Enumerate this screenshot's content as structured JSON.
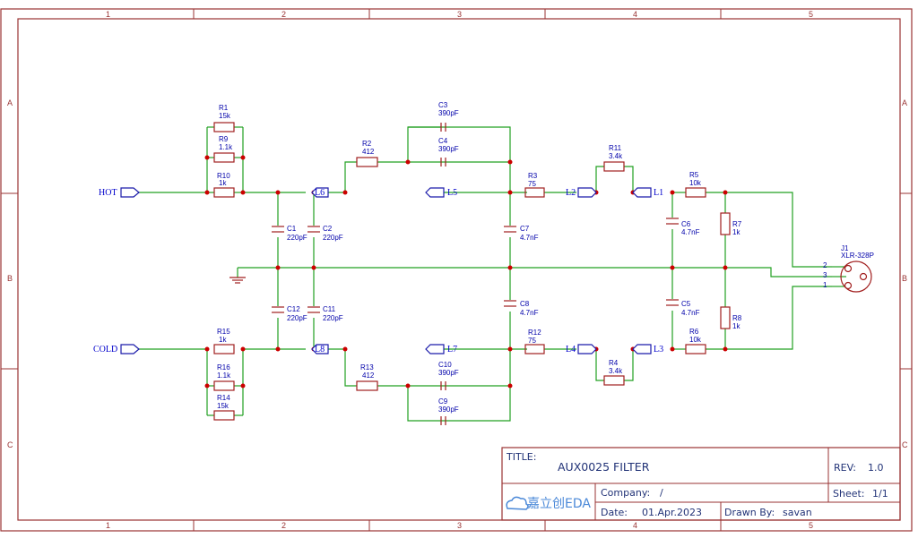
{
  "zones": {
    "columns": [
      "1",
      "2",
      "3",
      "4",
      "5"
    ],
    "rows": [
      "A",
      "B",
      "C"
    ]
  },
  "nets": {
    "hot": "HOT",
    "cold": "COLD",
    "l1": "L1",
    "l2": "L2",
    "l3": "L3",
    "l4": "L4",
    "l5": "L5",
    "l6": "L6",
    "l7": "L7",
    "l8": "L8"
  },
  "components": {
    "r1": {
      "ref": "R1",
      "val": "15k"
    },
    "r9": {
      "ref": "R9",
      "val": "1.1k"
    },
    "r10": {
      "ref": "R10",
      "val": "1k"
    },
    "r15": {
      "ref": "R15",
      "val": "1k"
    },
    "r16": {
      "ref": "R16",
      "val": "1.1k"
    },
    "r14": {
      "ref": "R14",
      "val": "15k"
    },
    "r2": {
      "ref": "R2",
      "val": "412"
    },
    "r13": {
      "ref": "R13",
      "val": "412"
    },
    "c3": {
      "ref": "C3",
      "val": "390pF"
    },
    "c4": {
      "ref": "C4",
      "val": "390pF"
    },
    "c10": {
      "ref": "C10",
      "val": "390pF"
    },
    "c9": {
      "ref": "C9",
      "val": "390pF"
    },
    "c1": {
      "ref": "C1",
      "val": "220pF"
    },
    "c2": {
      "ref": "C2",
      "val": "220pF"
    },
    "c12": {
      "ref": "C12",
      "val": "220pF"
    },
    "c11": {
      "ref": "C11",
      "val": "220pF"
    },
    "c7": {
      "ref": "C7",
      "val": "4.7nF"
    },
    "c8": {
      "ref": "C8",
      "val": "4.7nF"
    },
    "r3": {
      "ref": "R3",
      "val": "75"
    },
    "r12": {
      "ref": "R12",
      "val": "75"
    },
    "r11": {
      "ref": "R11",
      "val": "3.4k"
    },
    "r4": {
      "ref": "R4",
      "val": "3.4k"
    },
    "c6": {
      "ref": "C6",
      "val": "4.7nF"
    },
    "c5": {
      "ref": "C5",
      "val": "4.7nF"
    },
    "r5": {
      "ref": "R5",
      "val": "10k"
    },
    "r6": {
      "ref": "R6",
      "val": "10k"
    },
    "r7": {
      "ref": "R7",
      "val": "1k"
    },
    "r8": {
      "ref": "R8",
      "val": "1k"
    },
    "j1": {
      "ref": "J1",
      "val": "XLR-328P",
      "pins": [
        "2",
        "3",
        "1"
      ]
    }
  },
  "title_block": {
    "title_label": "TITLE:",
    "title": "AUX0025 FILTER",
    "rev_label": "REV:",
    "rev": "1.0",
    "company_label": "Company:",
    "company": "/",
    "sheet_label": "Sheet:",
    "sheet": "1/1",
    "date_label": "Date:",
    "date": "01.Apr.2023",
    "drawn_label": "Drawn By:",
    "drawn": "savan",
    "logo": "嘉立创EDA"
  },
  "colors": {
    "frame": "#993333",
    "wire": "#21a021",
    "part": "#a11e1e",
    "junction": "#cc0000",
    "label": "#0000aa"
  }
}
